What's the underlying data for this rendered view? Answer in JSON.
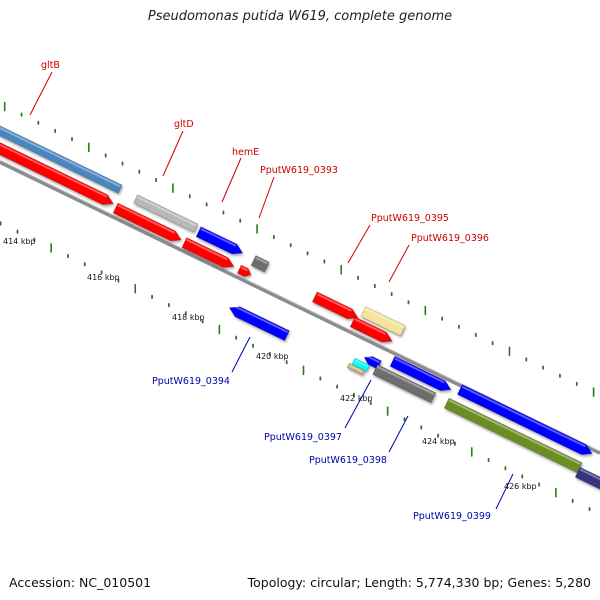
{
  "header": {
    "title": "Pseudomonas putida W619, complete genome"
  },
  "footer": {
    "accession": "Accession: NC_010501",
    "summary": "Topology: circular; Length: 5,774,330 bp; Genes: 5,280"
  },
  "colors": {
    "forward_label": "#cc0000",
    "reverse_label": "#0000aa",
    "tick": "#2a7a1a",
    "backbone": "#8c8c8c",
    "cds_red": "#ff0000",
    "cds_blue": "#0000ff",
    "steel_blue": "#4a86c0",
    "light_gray": "#b8b8b8",
    "dark_gray": "#6e6e6e",
    "pale_yellow": "#f5e49a",
    "cyan": "#00ffff",
    "tan": "#c8b078",
    "olive": "#6b8e23",
    "navy": "#353580"
  },
  "scale_labels": [
    "414 kbp",
    "416 kbp",
    "418 kbp",
    "420 kbp",
    "422 kbp",
    "424 kbp",
    "426 kbp"
  ],
  "gene_labels": {
    "gltB": "gltB",
    "gltD": "gltD",
    "hemE": "hemE",
    "g0393": "PputW619_0393",
    "g0395": "PputW619_0395",
    "g0396": "PputW619_0396",
    "g0394": "PputW619_0394",
    "g0397": "PputW619_0397",
    "g0398": "PputW619_0398",
    "g0399": "PputW619_0399"
  }
}
